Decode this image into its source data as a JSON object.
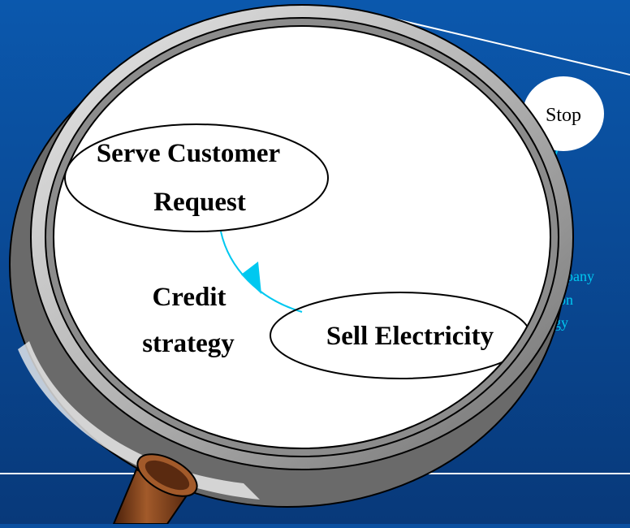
{
  "colors": {
    "background_top": "#0b58ad",
    "background_bottom": "#08397a",
    "connector": "#00c8f0",
    "partial_label": "#00c8f0",
    "lens_fill": "#ffffff",
    "rim_light": "#c8c8c8",
    "rim_dark": "#6a6a6a",
    "handle": "#7a3d1a"
  },
  "diagram": {
    "nodes": {
      "serve_customer_request": {
        "line1": "Serve Customer",
        "line2": "Request"
      },
      "sell_electricity": {
        "label": "Sell Electricity"
      },
      "stop": {
        "label": "Stop"
      }
    },
    "edge_label": {
      "line1": "Credit",
      "line2": "strategy"
    },
    "partial_background_label": {
      "line1": "npany",
      "line2": "on",
      "line3": "gy"
    }
  },
  "icons": [
    "magnifying-glass-icon"
  ]
}
